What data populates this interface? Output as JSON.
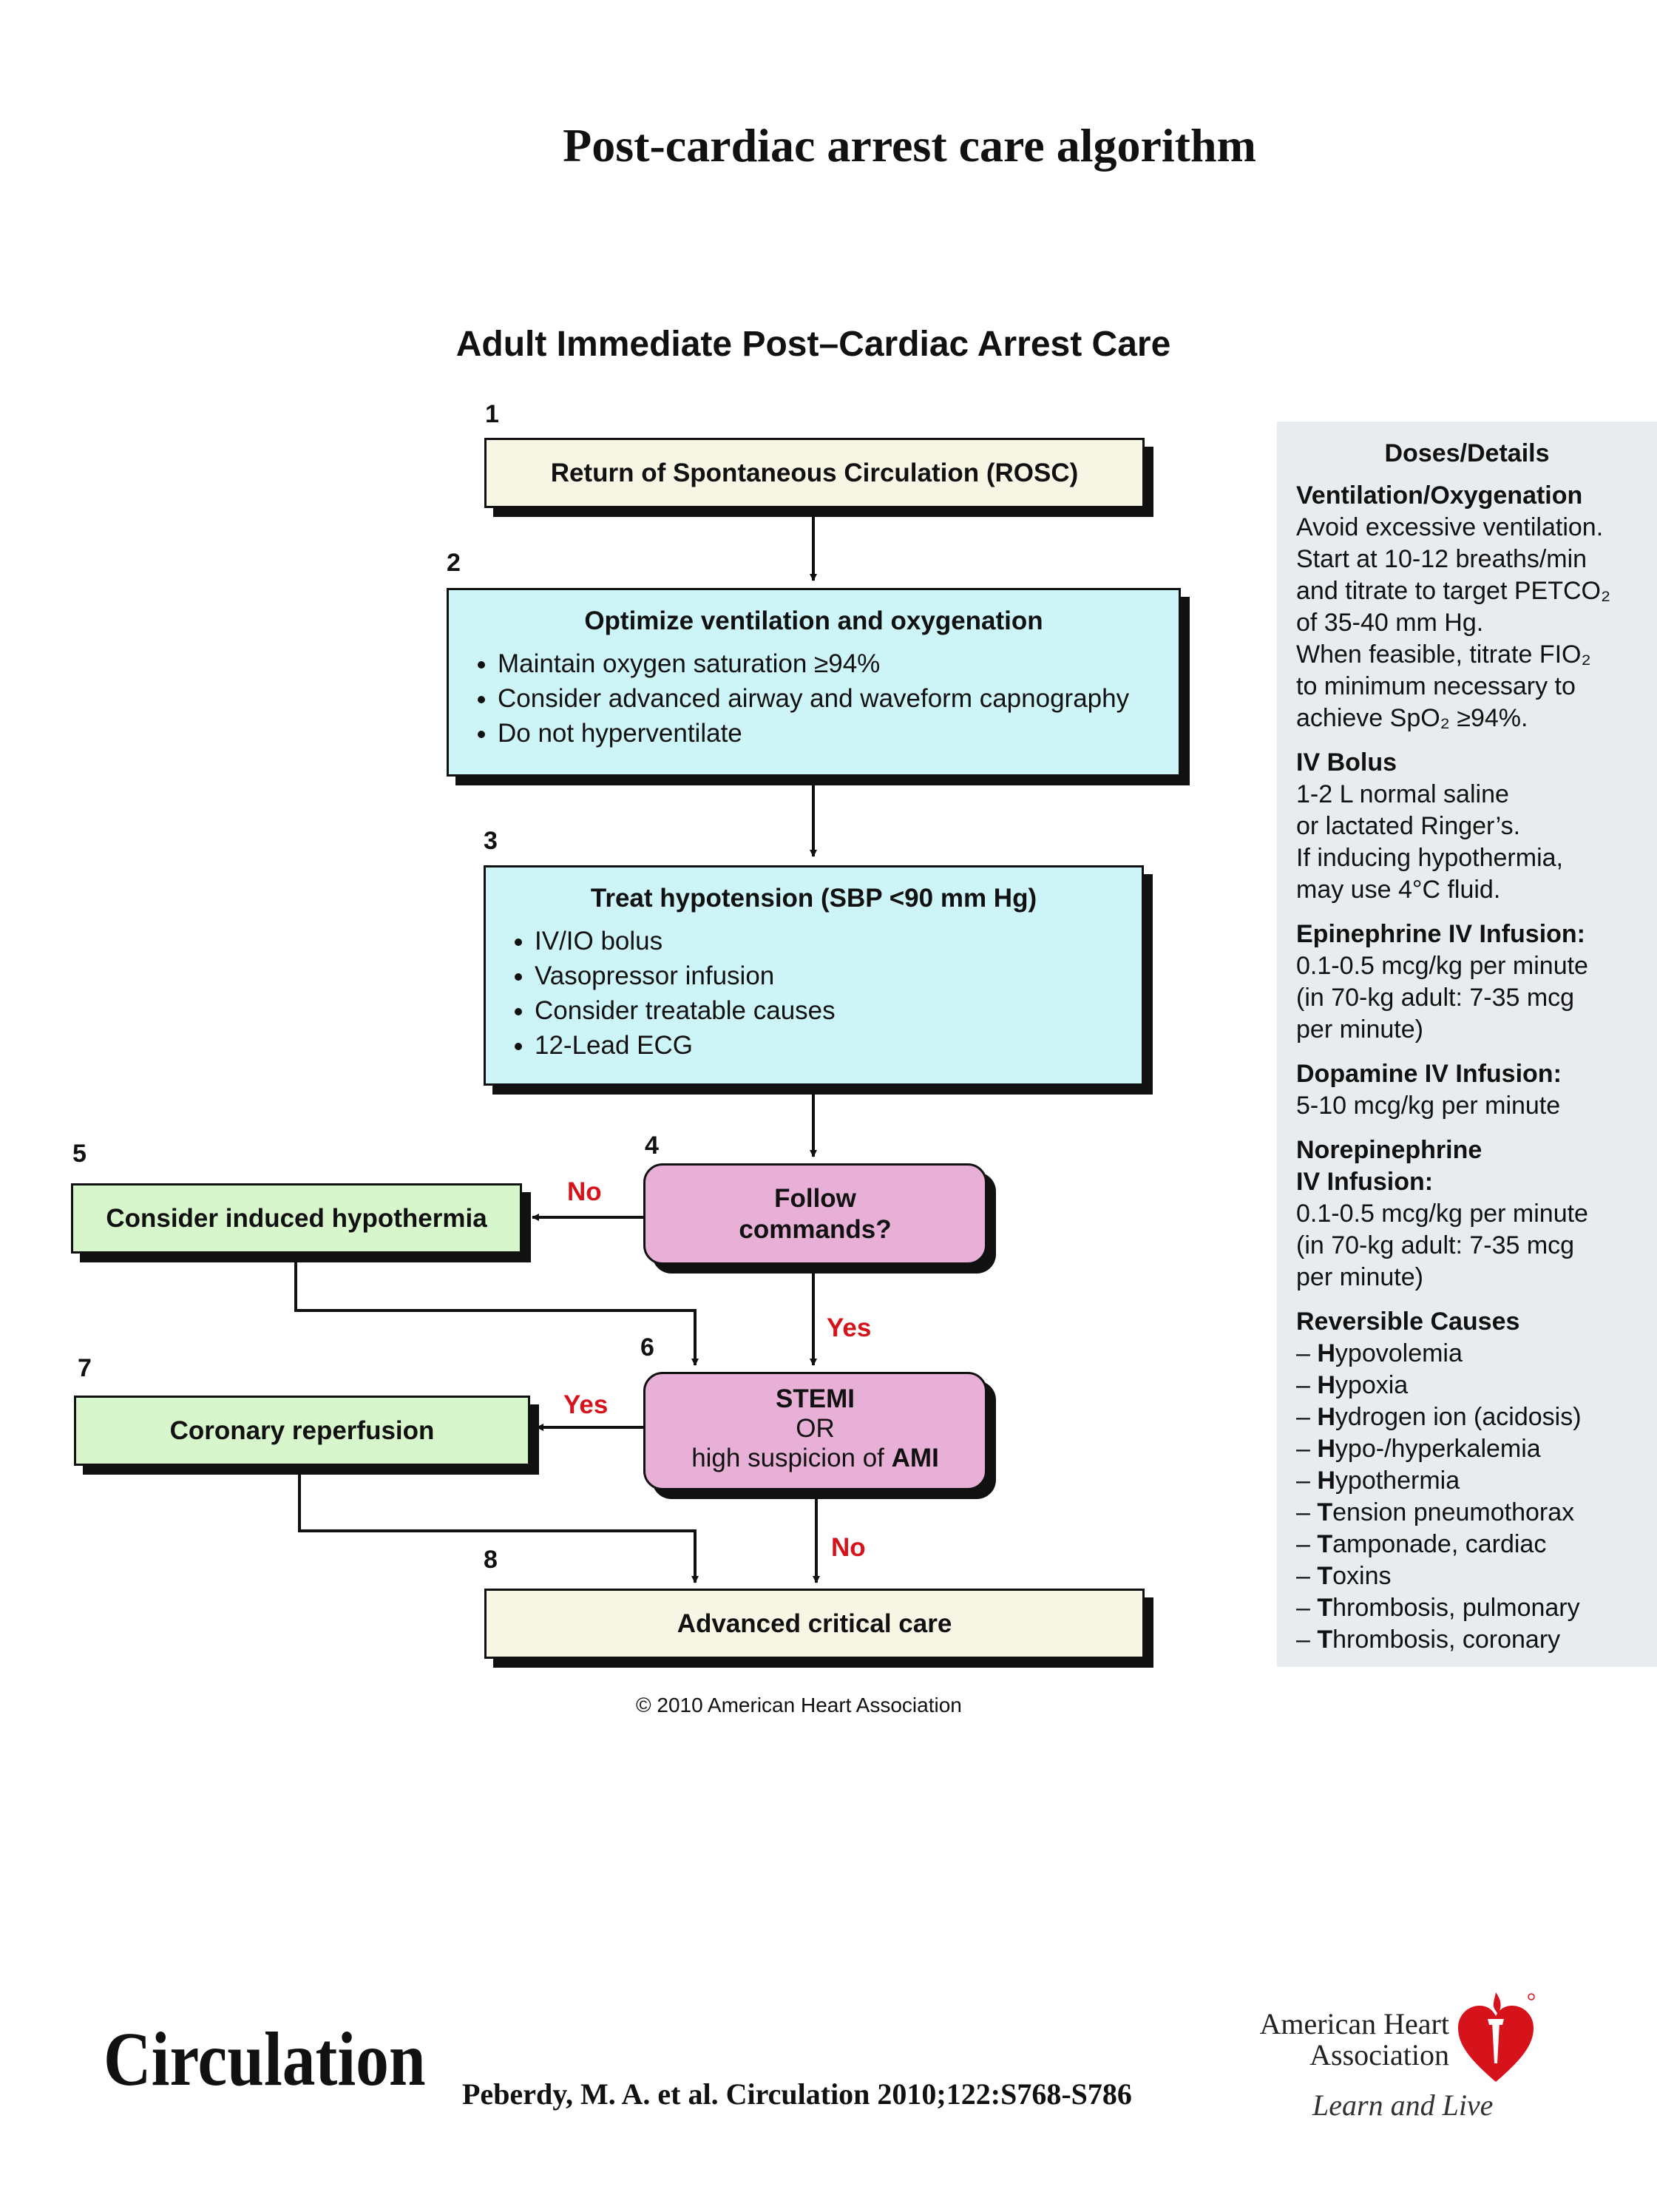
{
  "page_title": "Post-cardiac arrest care algorithm",
  "flowchart": {
    "title": "Adult Immediate Post–Cardiac Arrest Care",
    "step_numbers": [
      "1",
      "2",
      "3",
      "4",
      "5",
      "6",
      "7",
      "8"
    ],
    "steps": {
      "rosc": "Return of Spontaneous Circulation (ROSC)",
      "ventilation": {
        "heading": "Optimize ventilation and oxygenation",
        "bullets": [
          "Maintain oxygen saturation ≥94%",
          "Consider advanced airway and waveform capnography",
          "Do not hyperventilate"
        ]
      },
      "hypotension": {
        "heading": "Treat hypotension (SBP <90 mm Hg)",
        "bullets": [
          "IV/IO bolus",
          "Vasopressor infusion",
          "Consider treatable causes",
          "12-Lead ECG"
        ]
      },
      "follow_commands": [
        "Follow",
        "commands?"
      ],
      "hypothermia": "Consider induced hypothermia",
      "stemi": [
        "STEMI",
        "OR",
        "high suspicion of ",
        "AMI"
      ],
      "reperfusion": "Coronary reperfusion",
      "critical_care": "Advanced critical care"
    },
    "labels": {
      "no_1": "No",
      "yes_1": "Yes",
      "yes_2": "Yes",
      "no_2": "No"
    },
    "copyright": "© 2010 American Heart Association"
  },
  "doses_details": {
    "heading": "Doses/Details",
    "ventilation": {
      "title": "Ventilation/Oxygenation",
      "lines": [
        "Avoid excessive ventilation.",
        "Start at 10-12 breaths/min",
        "and titrate to target PETCO₂",
        "of 35-40 mm Hg.",
        "When feasible, titrate FIO₂",
        "to minimum necessary to",
        "achieve SpO₂ ≥94%."
      ]
    },
    "iv_bolus": {
      "title": "IV Bolus",
      "lines": [
        "1-2 L normal saline",
        "or lactated Ringer’s.",
        "If inducing hypothermia,",
        "may use 4°C fluid."
      ]
    },
    "epinephrine": {
      "title": "Epinephrine IV Infusion:",
      "lines": [
        "0.1-0.5 mcg/kg per minute",
        "(in 70-kg adult: 7-35 mcg",
        "per minute)"
      ]
    },
    "dopamine": {
      "title": "Dopamine IV Infusion:",
      "lines": [
        "5-10 mcg/kg per minute"
      ]
    },
    "norepinephrine": {
      "title_lines": [
        "Norepinephrine",
        "IV Infusion:"
      ],
      "lines": [
        "0.1-0.5 mcg/kg per minute",
        "(in 70-kg adult: 7-35 mcg",
        "per minute)"
      ]
    },
    "reversible_causes": {
      "title": "Reversible Causes",
      "items": [
        {
          "initial": "H",
          "rest": "ypovolemia"
        },
        {
          "initial": "H",
          "rest": "ypoxia"
        },
        {
          "initial": "H",
          "rest": "ydrogen ion (acidosis)"
        },
        {
          "initial": "H",
          "rest": "ypo-/hyperkalemia"
        },
        {
          "initial": "H",
          "rest": "ypothermia"
        },
        {
          "initial": "T",
          "rest": "ension pneumothorax"
        },
        {
          "initial": "T",
          "rest": "amponade, cardiac"
        },
        {
          "initial": "T",
          "rest": "oxins"
        },
        {
          "initial": "T",
          "rest": "hrombosis, pulmonary"
        },
        {
          "initial": "T",
          "rest": "hrombosis, coronary"
        }
      ]
    }
  },
  "footer": {
    "journal": "Circulation",
    "citation": "Peberdy, M. A. et al. Circulation 2010;122:S768-S786",
    "aha_name": [
      "American Heart",
      "Association"
    ],
    "aha_tagline": "Learn and Live",
    "aha_logo_icon": "heart-torch-icon",
    "aha_color": "#d6121b"
  }
}
